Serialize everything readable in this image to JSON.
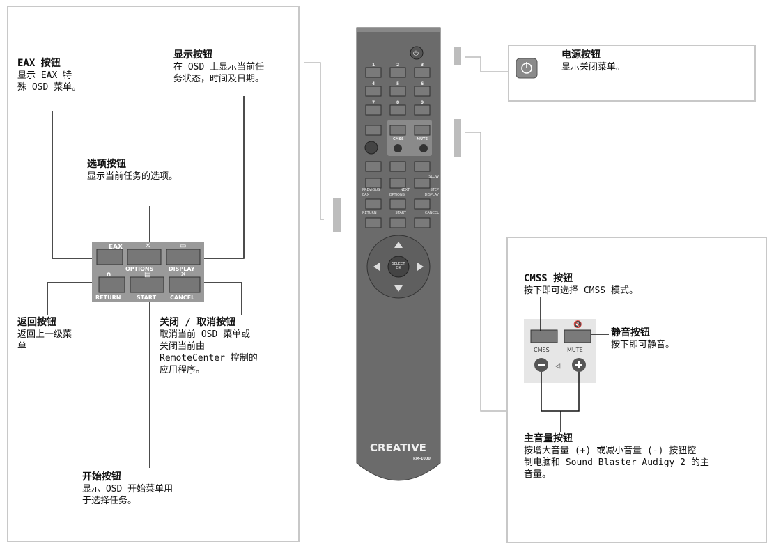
{
  "left_panel": {
    "eax": {
      "title": "EAX 按钮",
      "desc": "显示 EAX 特\n殊 OSD 菜单。"
    },
    "display": {
      "title": "显示按钮",
      "desc": "在 OSD 上显示当前任\n务状态，时间及日期。"
    },
    "options": {
      "title": "选项按钮",
      "desc": "显示当前任务的选项。"
    },
    "return": {
      "title": "返回按钮",
      "desc": "返回上一级菜\n单"
    },
    "cancel": {
      "title": "关闭 / 取消按钮",
      "desc": "取消当前 OSD 菜单或\n关闭当前由\nRemoteCenter 控制的\n应用程序。"
    },
    "start": {
      "title": "开始按钮",
      "desc": "显示 OSD 开始菜单用\n于选择任务。"
    },
    "zoom_buttons": [
      "EAX",
      "OPTIONS",
      "DISPLAY",
      "RETURN",
      "START",
      "CANCEL"
    ]
  },
  "power_panel": {
    "title": "电源按钮",
    "desc": "显示关闭菜单。"
  },
  "right_panel": {
    "cmss": {
      "title": "CMSS 按钮",
      "desc": "按下即可选择 CMSS 模式。"
    },
    "mute": {
      "title": "静音按钮",
      "desc": "按下即可静音。"
    },
    "volume": {
      "title": "主音量按钮",
      "desc": "按增大音量 (+) 或减小音量 (-) 按钮控\n制电脑和 Sound Blaster Audigy 2 的主\n音量。"
    },
    "zoom_buttons": [
      "CMSS",
      "MUTE"
    ]
  },
  "remote": {
    "brand": "CREATIVE",
    "model": "RM-1000",
    "digits": [
      "1",
      "2",
      "3",
      "4",
      "5",
      "6",
      "7",
      "8",
      "9"
    ],
    "labels": [
      "CMSS",
      "MUTE",
      "OPTIONS",
      "DISPLAY",
      "RETURN",
      "START",
      "CANCEL",
      "EAX",
      "PREVIOUS",
      "NEXT",
      "STEP",
      "SLOW",
      "SELECT",
      "OK"
    ]
  },
  "colors": {
    "panel_border": "#c8c8c8",
    "remote_body": "#6b6b6b",
    "button_gray": "#7d7d7d"
  }
}
